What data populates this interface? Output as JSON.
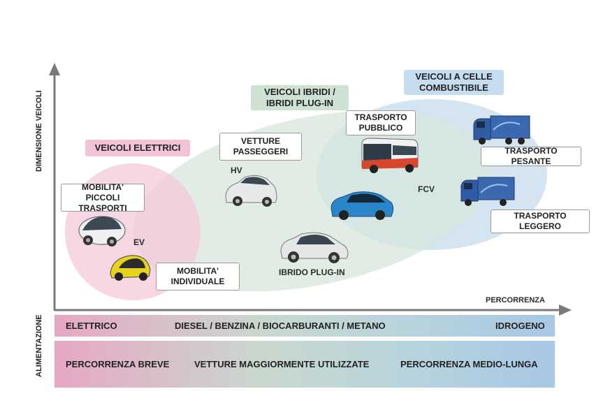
{
  "axes": {
    "y_label": "DIMENSIONE VEICOLI",
    "x_label": "PERCORRENZA",
    "band_label": "ALIMENTAZIONE"
  },
  "categories": {
    "ev": "VEICOLI ELETTRICI",
    "hybrid": "VEICOLI IBRIDI /\nIBRIDI PLUG-IN",
    "fuel_cell": "VEICOLI A CELLE\nCOMBUSTIBILE"
  },
  "boxes": {
    "small_mobility": "MOBILITA' PICCOLI\nTRASPORTI",
    "passenger_cars": "VETTURE\nPASSEGGERI",
    "public_transport": "TRASPORTO\nPUBBLICO",
    "heavy_transport": "TRASPORTO PESANTE",
    "light_transport": "TRASPORTO LEGGERO",
    "individual_mobility": "MOBILITA'\nINDIVIDUALE"
  },
  "labels": {
    "ev": "EV",
    "hv": "HV",
    "fcv": "FCV",
    "plugin_hybrid": "IBRIDO PLUG-IN"
  },
  "fuel_band": {
    "electric": "ELETTRICO",
    "fossil": "DIESEL / BENZINA / BIOCARBURANTI / METANO",
    "hydrogen": "IDROGENO"
  },
  "range_band": {
    "short": "PERCORRENZA BREVE",
    "most_used": "VETTURE MAGGIORMENTE UTILIZZATE",
    "long": "PERCORRENZA MEDIO-LUNGA"
  },
  "colors": {
    "ev_zone": "#f3c9d9",
    "hybrid_zone": "#d7e6dc",
    "fuel_cell_zone": "#cfe2ef",
    "axis": "#7a7a7a"
  }
}
